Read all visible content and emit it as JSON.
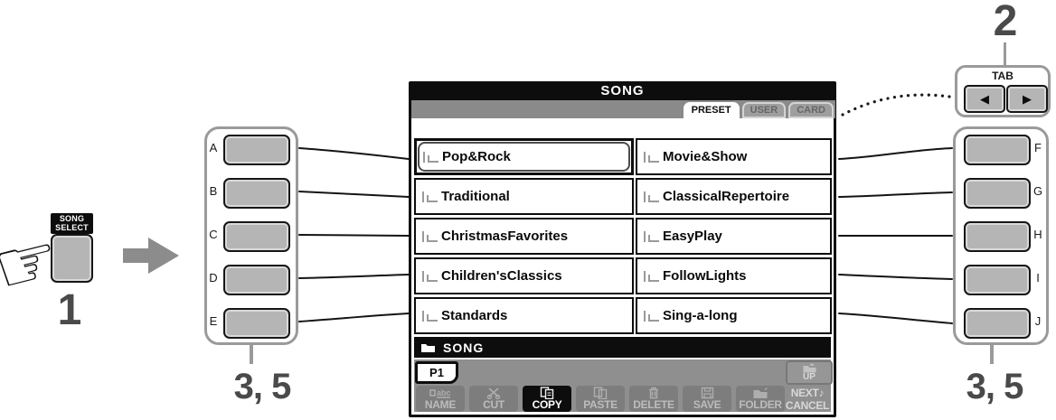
{
  "annotations": {
    "step1": "1",
    "step2": "2",
    "step35_left": "3, 5",
    "step35_right": "3, 5"
  },
  "song_select_button": {
    "label_line1": "SONG",
    "label_line2": "SELECT",
    "hand_glyph": "☞"
  },
  "tab_panel": {
    "title": "TAB",
    "left_arrow": "◀",
    "right_arrow": "▶"
  },
  "left_buttons": [
    "A",
    "B",
    "C",
    "D",
    "E"
  ],
  "right_buttons": [
    "F",
    "G",
    "H",
    "I",
    "J"
  ],
  "screen": {
    "title": "SONG",
    "tabs": [
      {
        "label": "PRESET",
        "selected": true
      },
      {
        "label": "USER",
        "selected": false
      },
      {
        "label": "CARD",
        "selected": false
      }
    ],
    "items_left": [
      {
        "label": "Pop&Rock",
        "selected": true
      },
      {
        "label": "Traditional",
        "selected": false
      },
      {
        "label": "ChristmasFavorites",
        "selected": false
      },
      {
        "label": "Children'sClassics",
        "selected": false
      },
      {
        "label": "Standards",
        "selected": false
      }
    ],
    "items_right": [
      {
        "label": "Movie&Show",
        "selected": false
      },
      {
        "label": "ClassicalRepertoire",
        "selected": false
      },
      {
        "label": "EasyPlay",
        "selected": false
      },
      {
        "label": "FollowLights",
        "selected": false
      },
      {
        "label": "Sing-a-long",
        "selected": false
      }
    ],
    "path": {
      "label": "SONG",
      "icon": "folder-icon"
    },
    "page": "P1",
    "menu": [
      {
        "label": "NAME",
        "icon": "name-abc-icon",
        "active": false
      },
      {
        "label": "CUT",
        "icon": "scissors-icon",
        "active": false
      },
      {
        "label": "COPY",
        "icon": "copy-pages-icon",
        "active": true
      },
      {
        "label": "PASTE",
        "icon": "paste-pages-icon",
        "active": false
      },
      {
        "label": "DELETE",
        "icon": "trash-icon",
        "active": false
      },
      {
        "label": "SAVE",
        "icon": "floppy-icon",
        "active": false
      },
      {
        "label": "FOLDER",
        "icon": "folder-icon",
        "active": false
      }
    ],
    "up_button": {
      "label": "UP",
      "icon": "folder-up-icon"
    },
    "next_cancel": {
      "line1": "NEXT♪",
      "line2": "CANCEL"
    }
  },
  "colors": {
    "lcd_frame": "#0d0d0d",
    "tabbar_gray": "#8a8a8a",
    "menu_gray": "#8f8f8f",
    "button_gray": "#b5b5b5",
    "annotation_gray": "#4a4a4a"
  }
}
